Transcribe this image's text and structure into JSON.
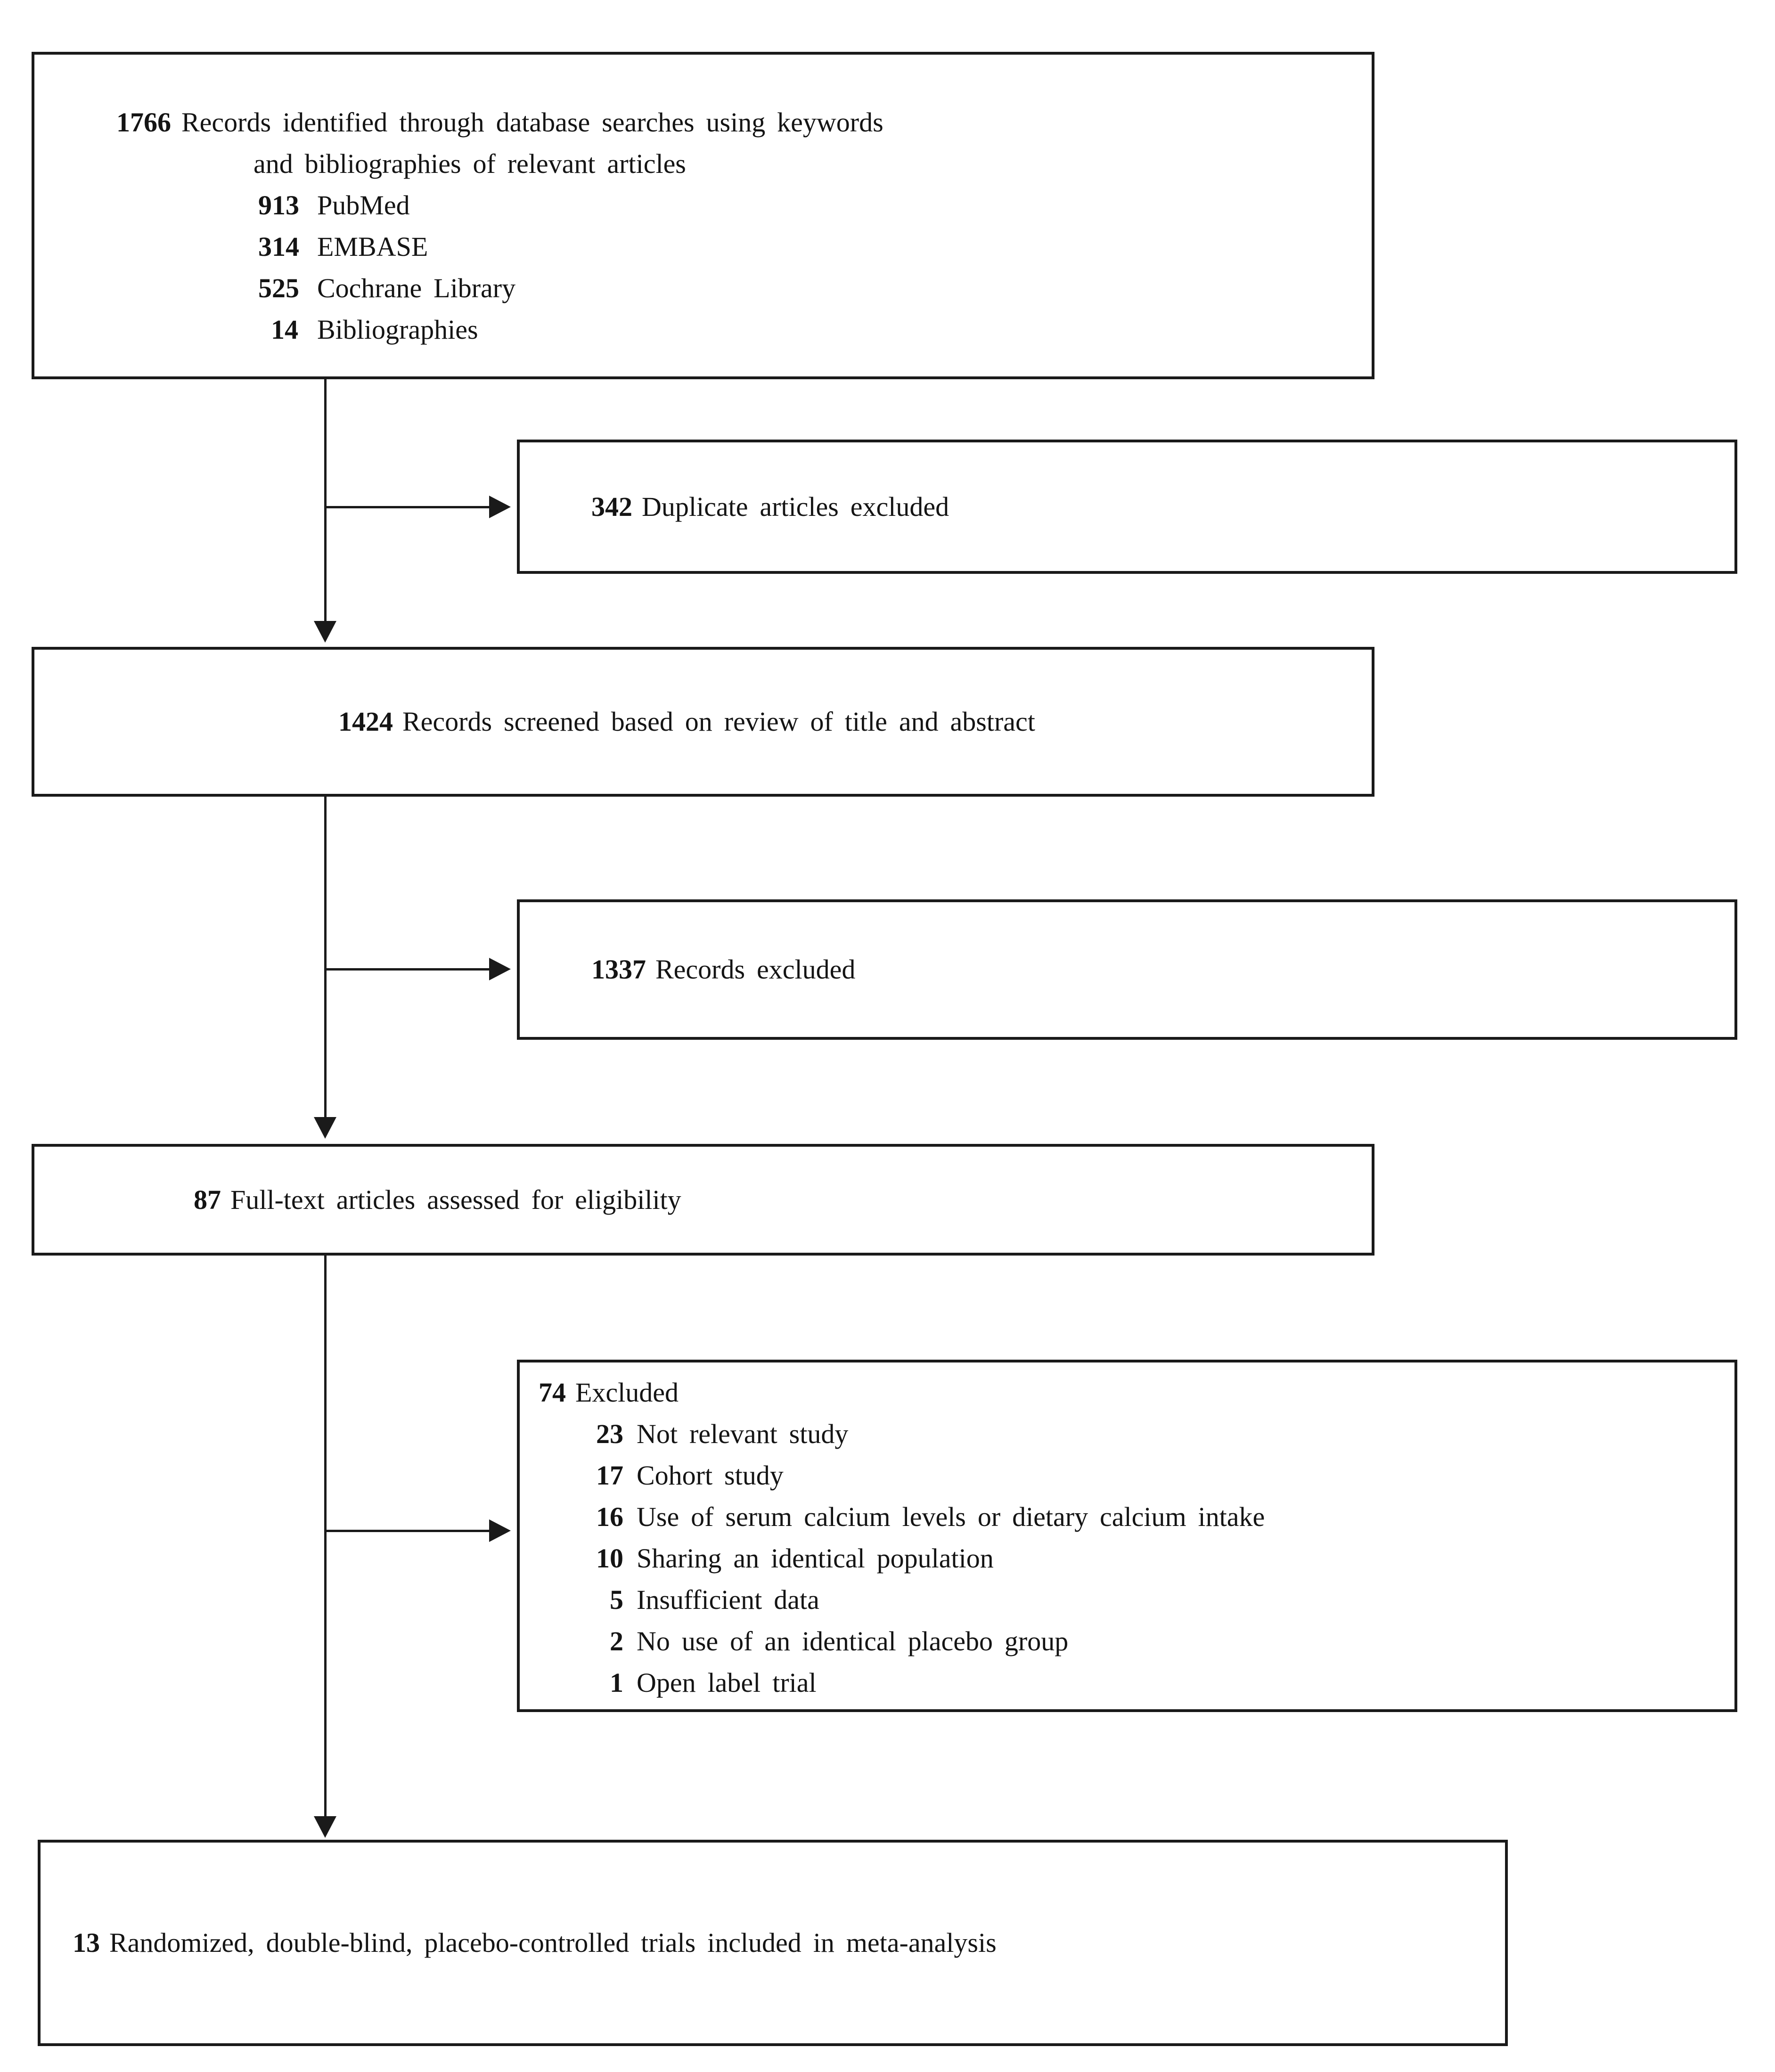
{
  "figure": {
    "background": "#ffffff",
    "line_color": "#1a1a1a",
    "type": "prisma-flow-diagram"
  },
  "boxes": {
    "identified": {
      "num": "1766",
      "text": "Records identified through database searches using keywords",
      "text2": "and bibliographies of relevant articles",
      "sources": [
        {
          "num": "913",
          "label": "PubMed"
        },
        {
          "num": "314",
          "label": "EMBASE"
        },
        {
          "num": "525",
          "label": "Cochrane Library"
        },
        {
          "num": "14",
          "label": "Bibliographies"
        }
      ]
    },
    "duplicates": {
      "num": "342",
      "text": "Duplicate articles excluded"
    },
    "screened": {
      "num": "1424",
      "text": "Records screened based on review of title and abstract"
    },
    "records_excluded": {
      "num": "1337",
      "text": "Records excluded"
    },
    "fulltext": {
      "num": "87",
      "text": "Full-text articles assessed for eligibility"
    },
    "excluded": {
      "num": "74",
      "text": "Excluded",
      "reasons": [
        {
          "num": "23",
          "label": "Not relevant study"
        },
        {
          "num": "17",
          "label": "Cohort study"
        },
        {
          "num": "16",
          "label": "Use of serum calcium levels or dietary calcium intake"
        },
        {
          "num": "10",
          "label": "Sharing an identical population"
        },
        {
          "num": "5",
          "label": "Insufficient data"
        },
        {
          "num": "2",
          "label": "No use of an identical placebo group"
        },
        {
          "num": "1",
          "label": "Open label trial"
        }
      ]
    },
    "included": {
      "num": "13",
      "text": "Randomized, double-blind, placebo-controlled trials included in meta-analysis"
    }
  }
}
